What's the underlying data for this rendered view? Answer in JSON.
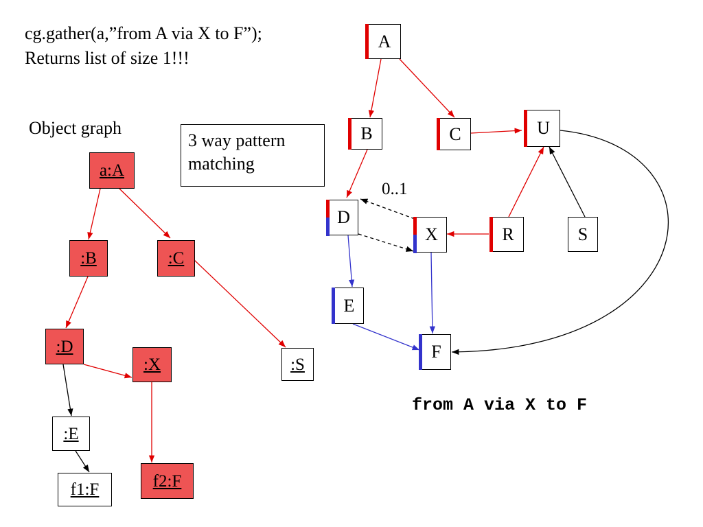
{
  "header": {
    "line1": "cg.gather(a,”from A via X to F”);",
    "line2": "Returns list of size 1!!!"
  },
  "object_graph": {
    "label": "Object graph",
    "nodes": {
      "a": ":A",
      "a_prefix": "a",
      "b": ":B",
      "c": ":C",
      "d": ":D",
      "x": ":X",
      "s": ":S",
      "e": ":E",
      "f1": "f1:F",
      "f2": "f2:F"
    }
  },
  "note": {
    "line1": "3 way pattern",
    "line2": "matching"
  },
  "class_graph": {
    "nodes": {
      "a": "A",
      "b": "B",
      "c": "C",
      "u": "U",
      "d": "D",
      "x": "X",
      "r": "R",
      "s": "S",
      "e": "E",
      "f": "F"
    },
    "multiplicity": "0..1"
  },
  "strategy": "from A via X to F",
  "colors": {
    "traversal_red": "#e00000",
    "strategy_blue": "#3333cc",
    "object_fill": "#ee5454",
    "edge_black": "#000000"
  }
}
